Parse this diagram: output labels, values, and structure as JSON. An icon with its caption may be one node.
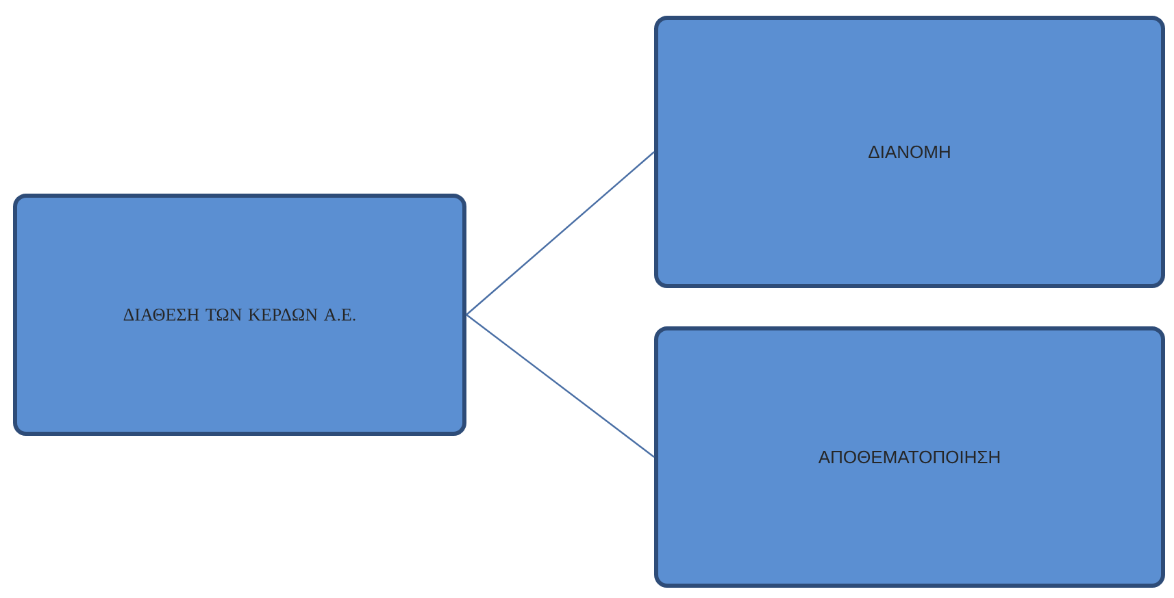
{
  "diagram": {
    "nodes": [
      {
        "text": [
          "ΔΙΑΘΕΣΗ ΤΩΝ ΚΕΡΔΩΝ Α.Ε."
        ]
      },
      {
        "text": [
          "ΔΙΑΝΟΜΗ"
        ]
      },
      {
        "text": [
          "ΑΠΟΘΕΜΑΤΟΠΟΙΗΣΗ"
        ]
      }
    ],
    "edges": [
      {
        "from": 0,
        "to": 1,
        "arrow": "none"
      },
      {
        "from": 0,
        "to": 2,
        "arrow": "none"
      }
    ]
  }
}
